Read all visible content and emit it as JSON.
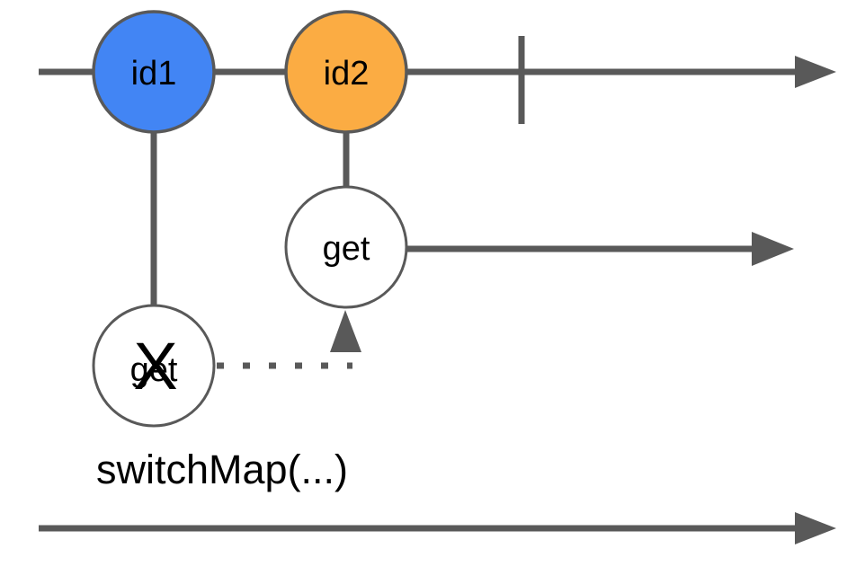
{
  "colors": {
    "line": "#595959",
    "circle-stroke": "#595959",
    "text": "#000000"
  },
  "diagram": {
    "operator_label": "switchMap(...)",
    "source_stream": {
      "marbles": [
        {
          "label": "id1",
          "fill": "#4285F4"
        },
        {
          "label": "id2",
          "fill": "#FBAC43"
        }
      ],
      "has_complete_tick": true
    },
    "inner_streams": {
      "cancelled_get": {
        "label": "get",
        "fill": "#FFFFFF",
        "cancel_mark": "X"
      },
      "active_get": {
        "label": "get",
        "fill": "#FFFFFF"
      }
    }
  }
}
